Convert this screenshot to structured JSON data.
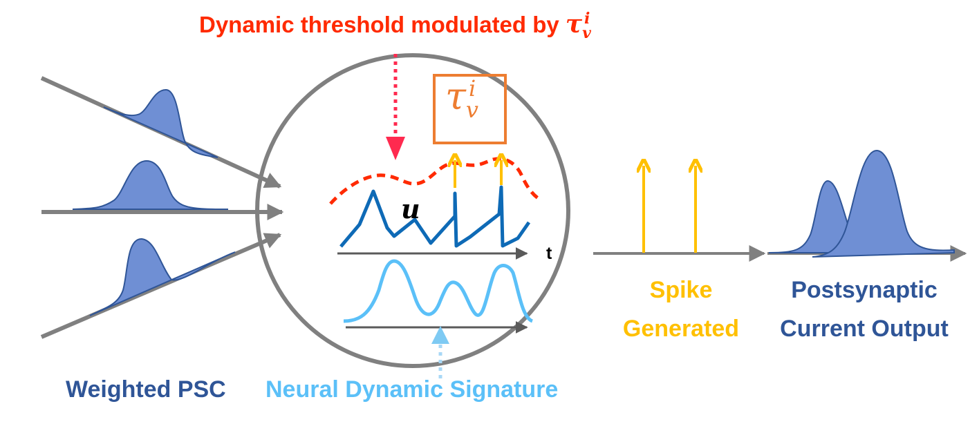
{
  "title": {
    "text": "Dynamic threshold modulated by ",
    "symbol": "τ",
    "sub": "v",
    "sup": "i",
    "color": "#ff2a00"
  },
  "tau_box": {
    "symbol": "τ",
    "sub": "v",
    "sup": "i",
    "color": "#ed7d31"
  },
  "membrane_symbol": "u",
  "time_axis_label": "t",
  "labels": {
    "weighted_psc": "Weighted PSC",
    "neural_dynamic_signature": "Neural Dynamic Signature",
    "spike_line1": "Spike",
    "spike_line2": "Generated",
    "psc_line1": "Postsynaptic",
    "psc_line2": "Current Output"
  },
  "colors": {
    "dark_blue": "#2f5597",
    "psc_fill": "#6f8fd4",
    "light_blue": "#5bc0f8",
    "membrane": "#0e6ab6",
    "spike": "#ffc000",
    "threshold": "#ff2a00",
    "grey": "#808080"
  },
  "icons": {
    "threshold_arrow": "dotted-down-arrow",
    "signature_arrow": "dotted-up-arrow",
    "spikes": "up-arrows"
  }
}
